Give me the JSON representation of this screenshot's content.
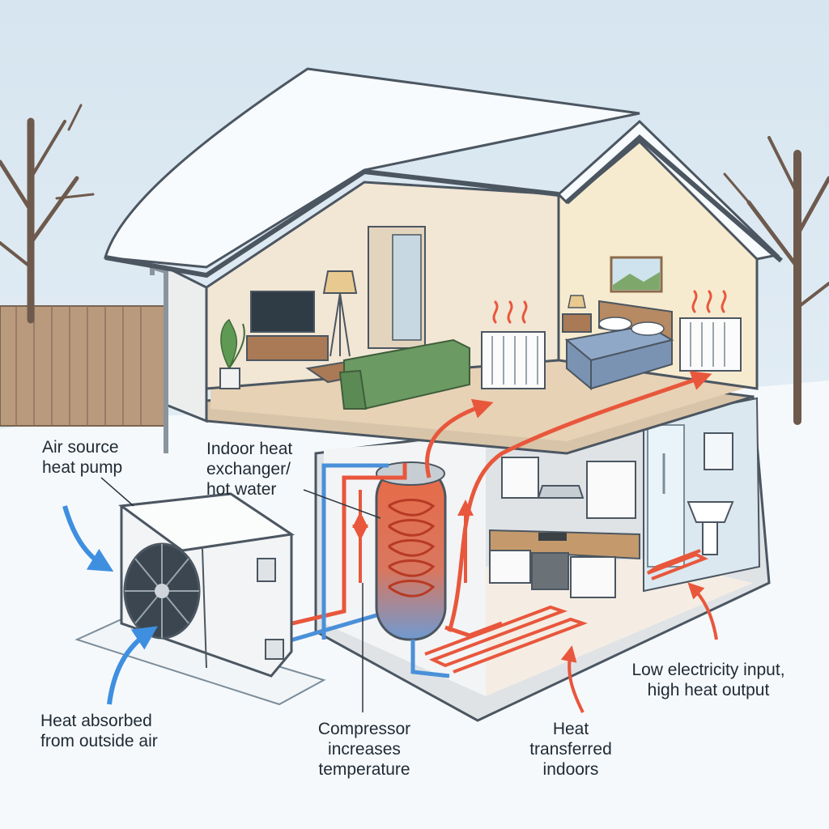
{
  "labels": {
    "air_source_heat_pump": "Air source\nheat pump",
    "indoor_heat_exchanger": "Indoor heat\nexchanger/\nhot water",
    "heat_absorbed": "Heat absorbed\nfrom outside air",
    "compressor": "Compressor\nincreases\ntemperature",
    "heat_transferred": "Heat\ntransferred\nindoors",
    "low_electricity": "Low electricity input,\nhigh heat output"
  },
  "colors": {
    "sky": "#dde9f2",
    "snow": "#f8fbfd",
    "hot_flow": "#e8573c",
    "cold_flow": "#4a90d9",
    "tank": "#e0694a",
    "outline": "#4b5661"
  },
  "icons": {
    "fan": "fan-icon",
    "heat_waves": "heat-wave-icon"
  }
}
